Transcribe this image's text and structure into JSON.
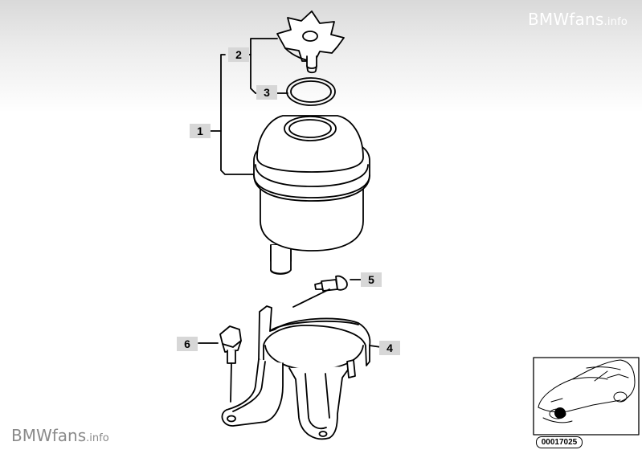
{
  "watermark": {
    "top_main": "BMWfans",
    "top_suffix": ".info",
    "bottom_main": "BMWfans",
    "bottom_suffix": ".info"
  },
  "callouts": {
    "c1": "1",
    "c2": "2",
    "c3": "3",
    "c4": "4",
    "c5": "5",
    "c6": "6"
  },
  "thumbnail": {
    "diagram_id": "00017025"
  }
}
